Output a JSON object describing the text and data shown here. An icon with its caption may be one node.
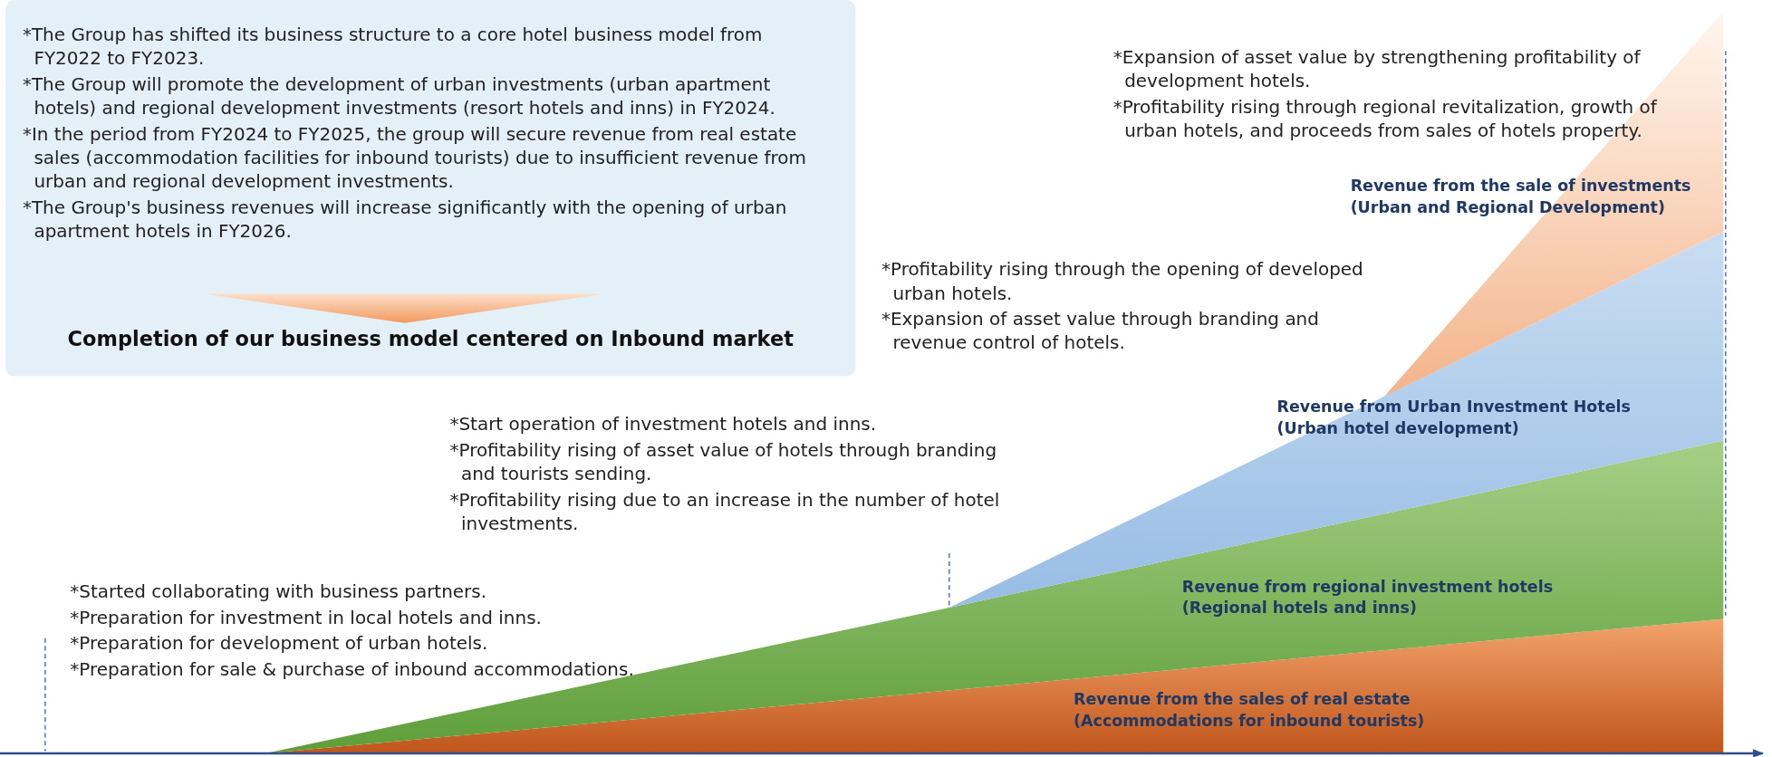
{
  "diagram": {
    "nodes": [
      {
        "text": [
          "*The Group has shifted its business structure to a core hotel business model from FY2022 to FY2023.",
          "*The Group will promote the development of urban investments (urban apartment hotels) and regional development investments (resort hotels and inns) in FY2024.",
          "*In the period from FY2024 to FY2025, the group will secure revenue from real estate sales (accommodation facilities for inbound tourists) due to insufficient revenue from urban and regional development investments.",
          "*The Group's business revenues will increase significantly with the opening of urban apartment hotels in FY2026.",
          "Completion of our business model centered on Inbound market"
        ]
      },
      {
        "text": [
          "Revenue from the sale of investments",
          "(Urban and Regional Development)"
        ]
      },
      {
        "text": [
          "Revenue from Urban Investment Hotels",
          "(Urban hotel development)"
        ]
      },
      {
        "text": [
          "Revenue from regional investment hotels",
          "(Regional hotels and inns)"
        ]
      },
      {
        "text": [
          "Revenue from the sales of real estate",
          "(Accommodations for inbound tourists)"
        ]
      }
    ],
    "labels": [
      "*Expansion of asset value by strengthening profitability of development hotels.",
      "*Profitability rising through regional revitalization, growth of urban hotels, and proceeds from sales of hotels property.",
      "*Profitability rising through the opening of developed urban hotels.",
      "*Expansion of asset value through branding and revenue control of hotels.",
      "*Start operation of investment hotels and inns.",
      "*Profitability rising of asset value of hotels through branding and tourists sending.",
      "*Profitability rising due to an increase in the number of hotel investments.",
      "*Started collaborating with business partners.",
      "*Preparation for investment in local hotels and inns.",
      "*Preparation for development of urban hotels.",
      "*Preparation for sale & purchase of inbound accommodations."
    ]
  }
}
